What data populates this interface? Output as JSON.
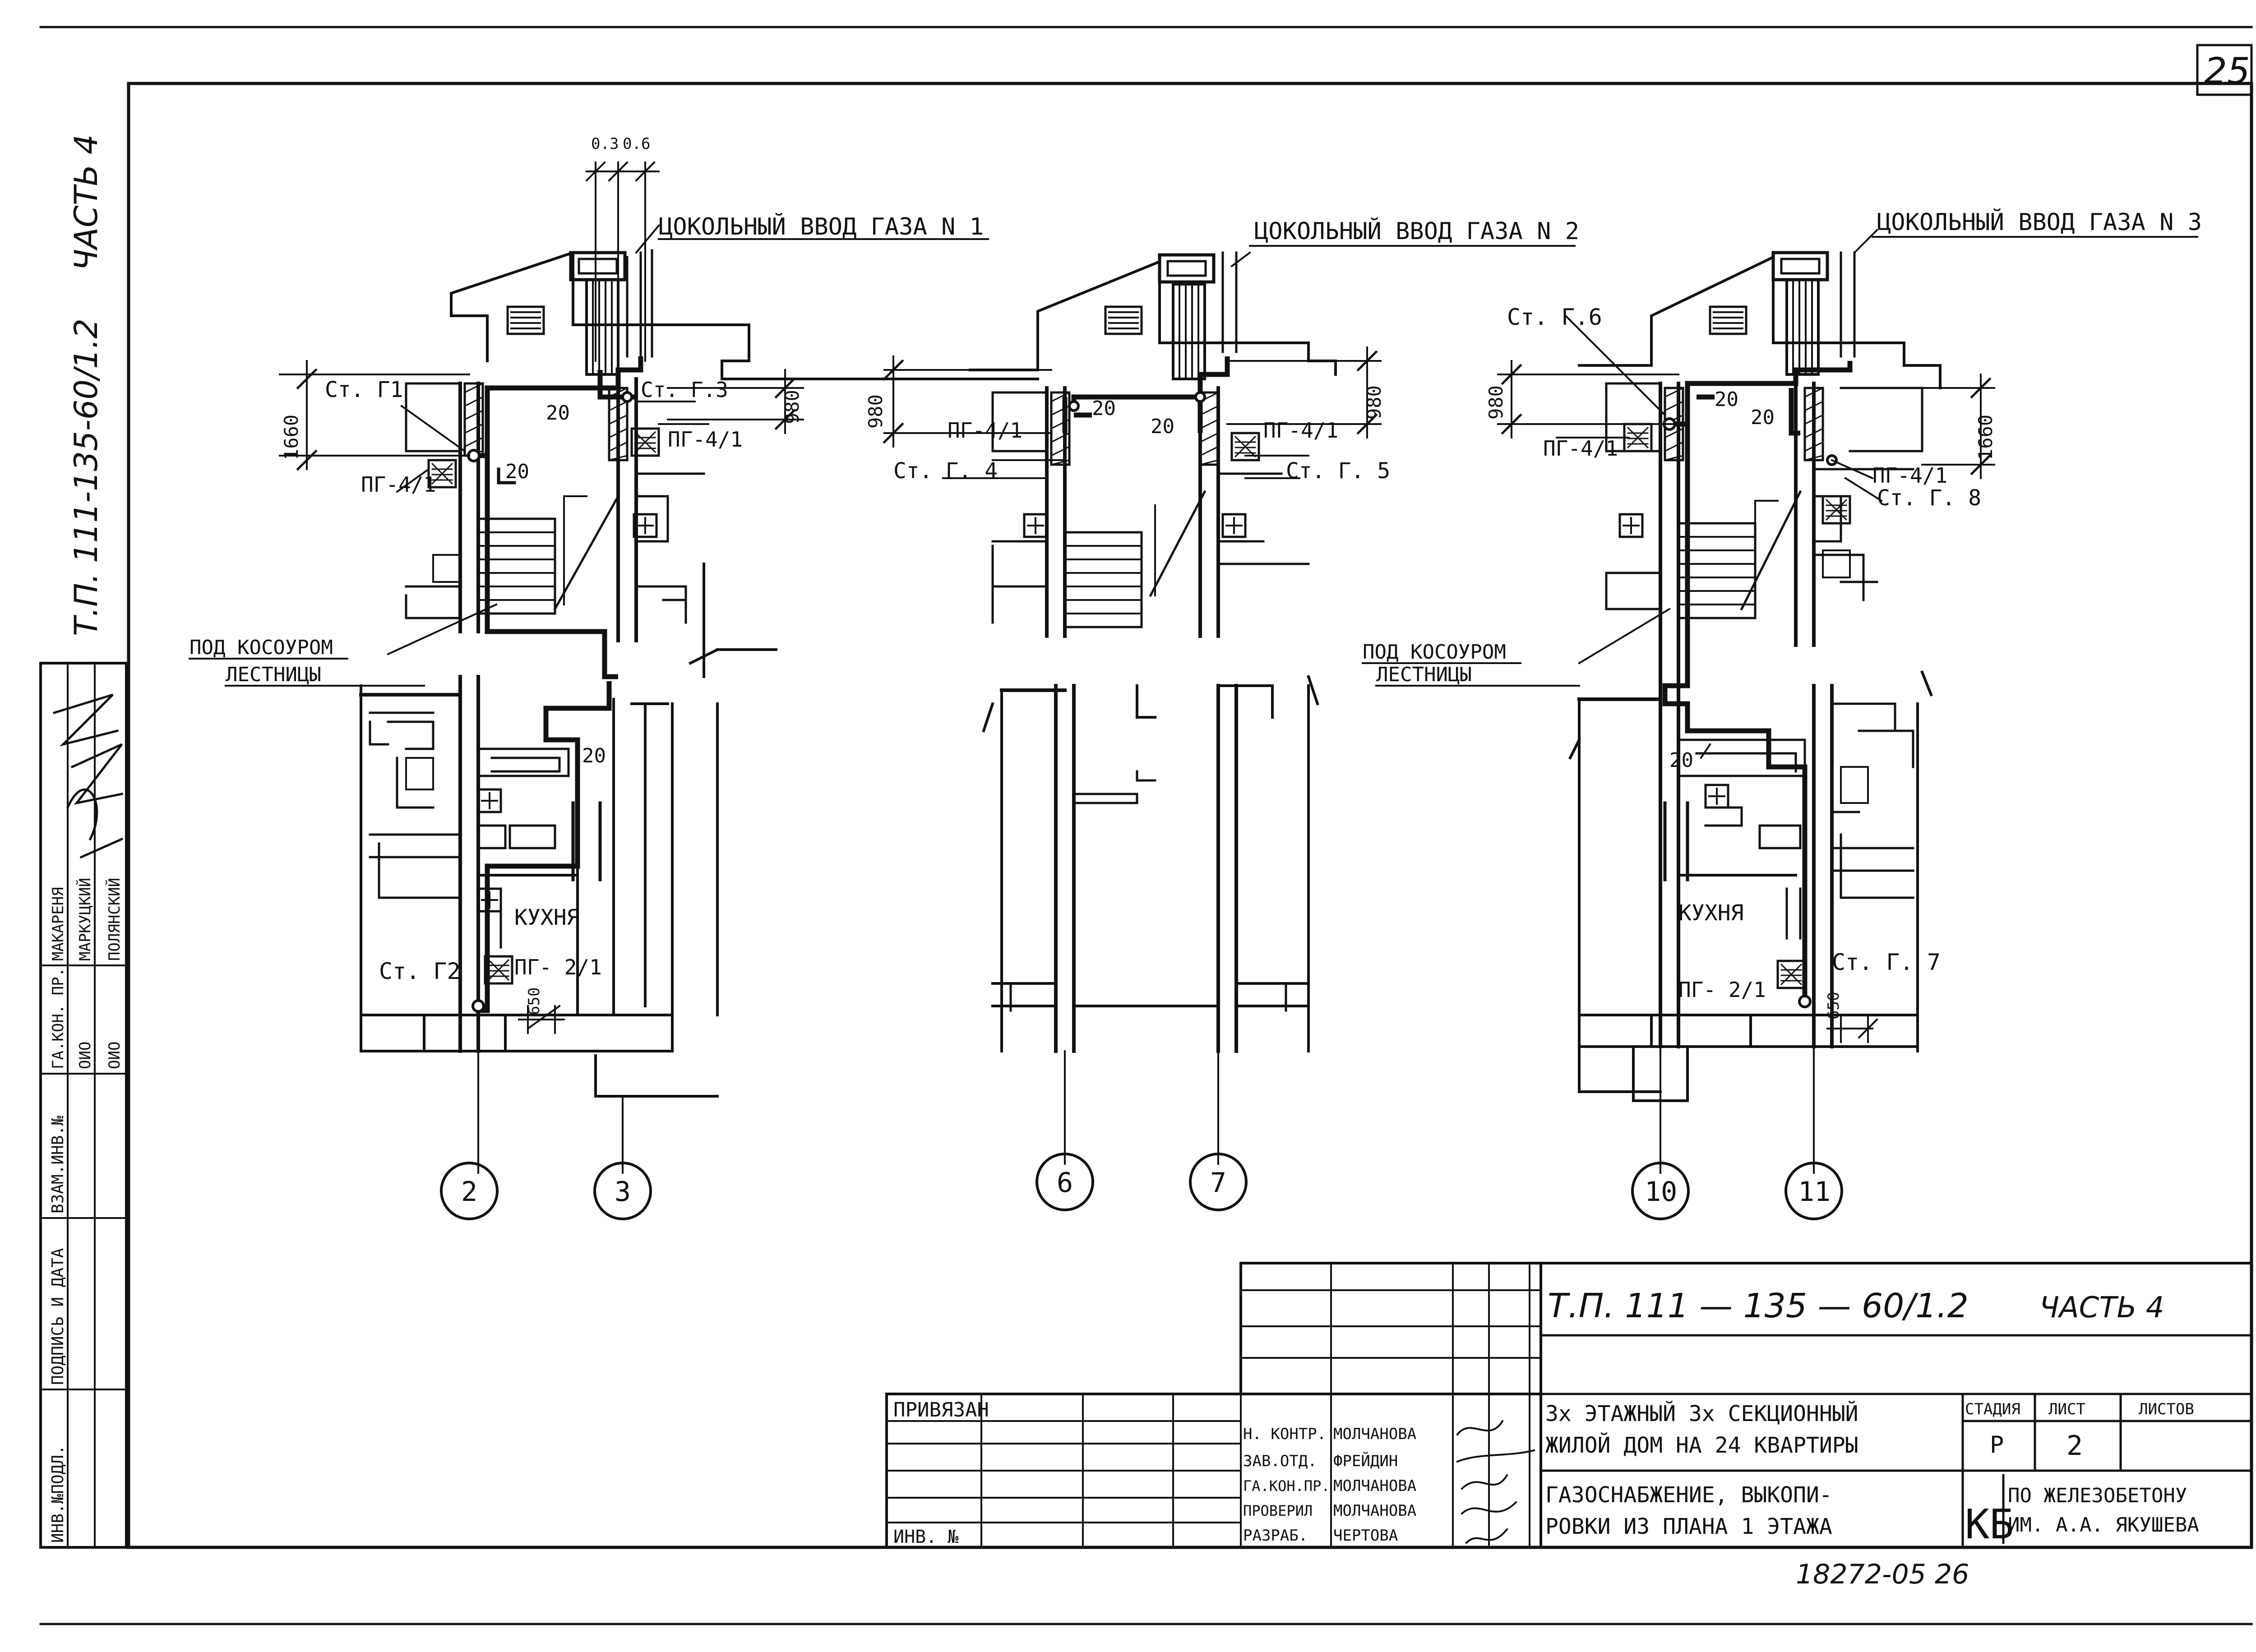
{
  "sheet": {
    "page_number": "25",
    "side_code": "Т.П. 111-135-60/1.2",
    "side_part": "ЧАСТЬ 4",
    "bottom_number": "18272-05 26"
  },
  "side_stamp": {
    "roles": [
      "ГА.КОН. ПР.",
      "ОИО",
      "ОИО"
    ],
    "names": [
      "МАКАРЕНЯ",
      "МАРКУЦКИЙ",
      "ПОЛЯНСКИЙ"
    ],
    "columns": [
      "ИНВ.№ПОДЛ.",
      "ПОДПИСЬ И ДАТА",
      "ВЗАМ.ИНВ.№"
    ]
  },
  "plans": {
    "inputs": [
      "ЦОКОЛЬНЫЙ ВВОД ГАЗА N 1",
      "ЦОКОЛЬНЫЙ ВВОД ГАЗА N 2",
      "ЦОКОЛЬНЫЙ ВВОД ГАЗА N 3"
    ],
    "dim_03": "0.3",
    "dim_06": "0.6",
    "dim_1660": "1660",
    "dim_980": "980",
    "dim_20": "20",
    "dim_650": "650",
    "risers": {
      "g1": "Ст. Г1",
      "g2": "Ст. Г2",
      "g3": "Ст. Г.3",
      "g4": "Ст. Г. 4",
      "g5": "Ст. Г. 5",
      "g6": "Ст. Г.6",
      "g7": "Ст. Г. 7",
      "g8": "Ст. Г. 8"
    },
    "stove_41": "ПГ-4/1",
    "stove_21": "ПГ- 2/1",
    "under_stair_1": "ПОД КОСОУРОМ",
    "under_stair_2": "ЛЕСТНИЦЫ",
    "kitchen": "КУХНЯ",
    "axes": [
      "2",
      "3",
      "6",
      "7",
      "10",
      "11"
    ]
  },
  "title_block": {
    "code": "Т.П. 111 — 135 — 60/1.2",
    "part": "ЧАСТЬ 4",
    "privyazan": "ПРИВЯЗАН",
    "inv": "ИНВ. №",
    "staff": [
      {
        "role": "Н. КОНТР.",
        "name": "МОЛЧАНОВА"
      },
      {
        "role": "ЗАВ.ОТД.",
        "name": "ФРЕЙДИН"
      },
      {
        "role": "ГА.КОН.ПР.",
        "name": "МОЛЧАНОВА"
      },
      {
        "role": "ПРОВЕРИЛ",
        "name": "МОЛЧАНОВА"
      },
      {
        "role": "РАЗРАБ.",
        "name": "ЧЕРТОВА"
      }
    ],
    "project_line1": "3х ЭТАЖНЫЙ 3х СЕКЦИОННЫЙ",
    "project_line2": "ЖИЛОЙ ДОМ НА 24 КВАРТИРЫ",
    "sheet_line1": "ГАЗОСНАБЖЕНИЕ, ВЫКОПИ-",
    "sheet_line2": "РОВКИ ИЗ ПЛАНА 1 ЭТАЖА",
    "stage_label": "СТАДИЯ",
    "sheet_label": "ЛИСТ",
    "sheets_label": "ЛИСТОВ",
    "stage": "Р",
    "sheet_no": "2",
    "org_mark": "КБ",
    "org_line1": "ПО ЖЕЛЕЗОБЕТОНУ",
    "org_line2": "ИМ. А.А. ЯКУШЕВА"
  }
}
